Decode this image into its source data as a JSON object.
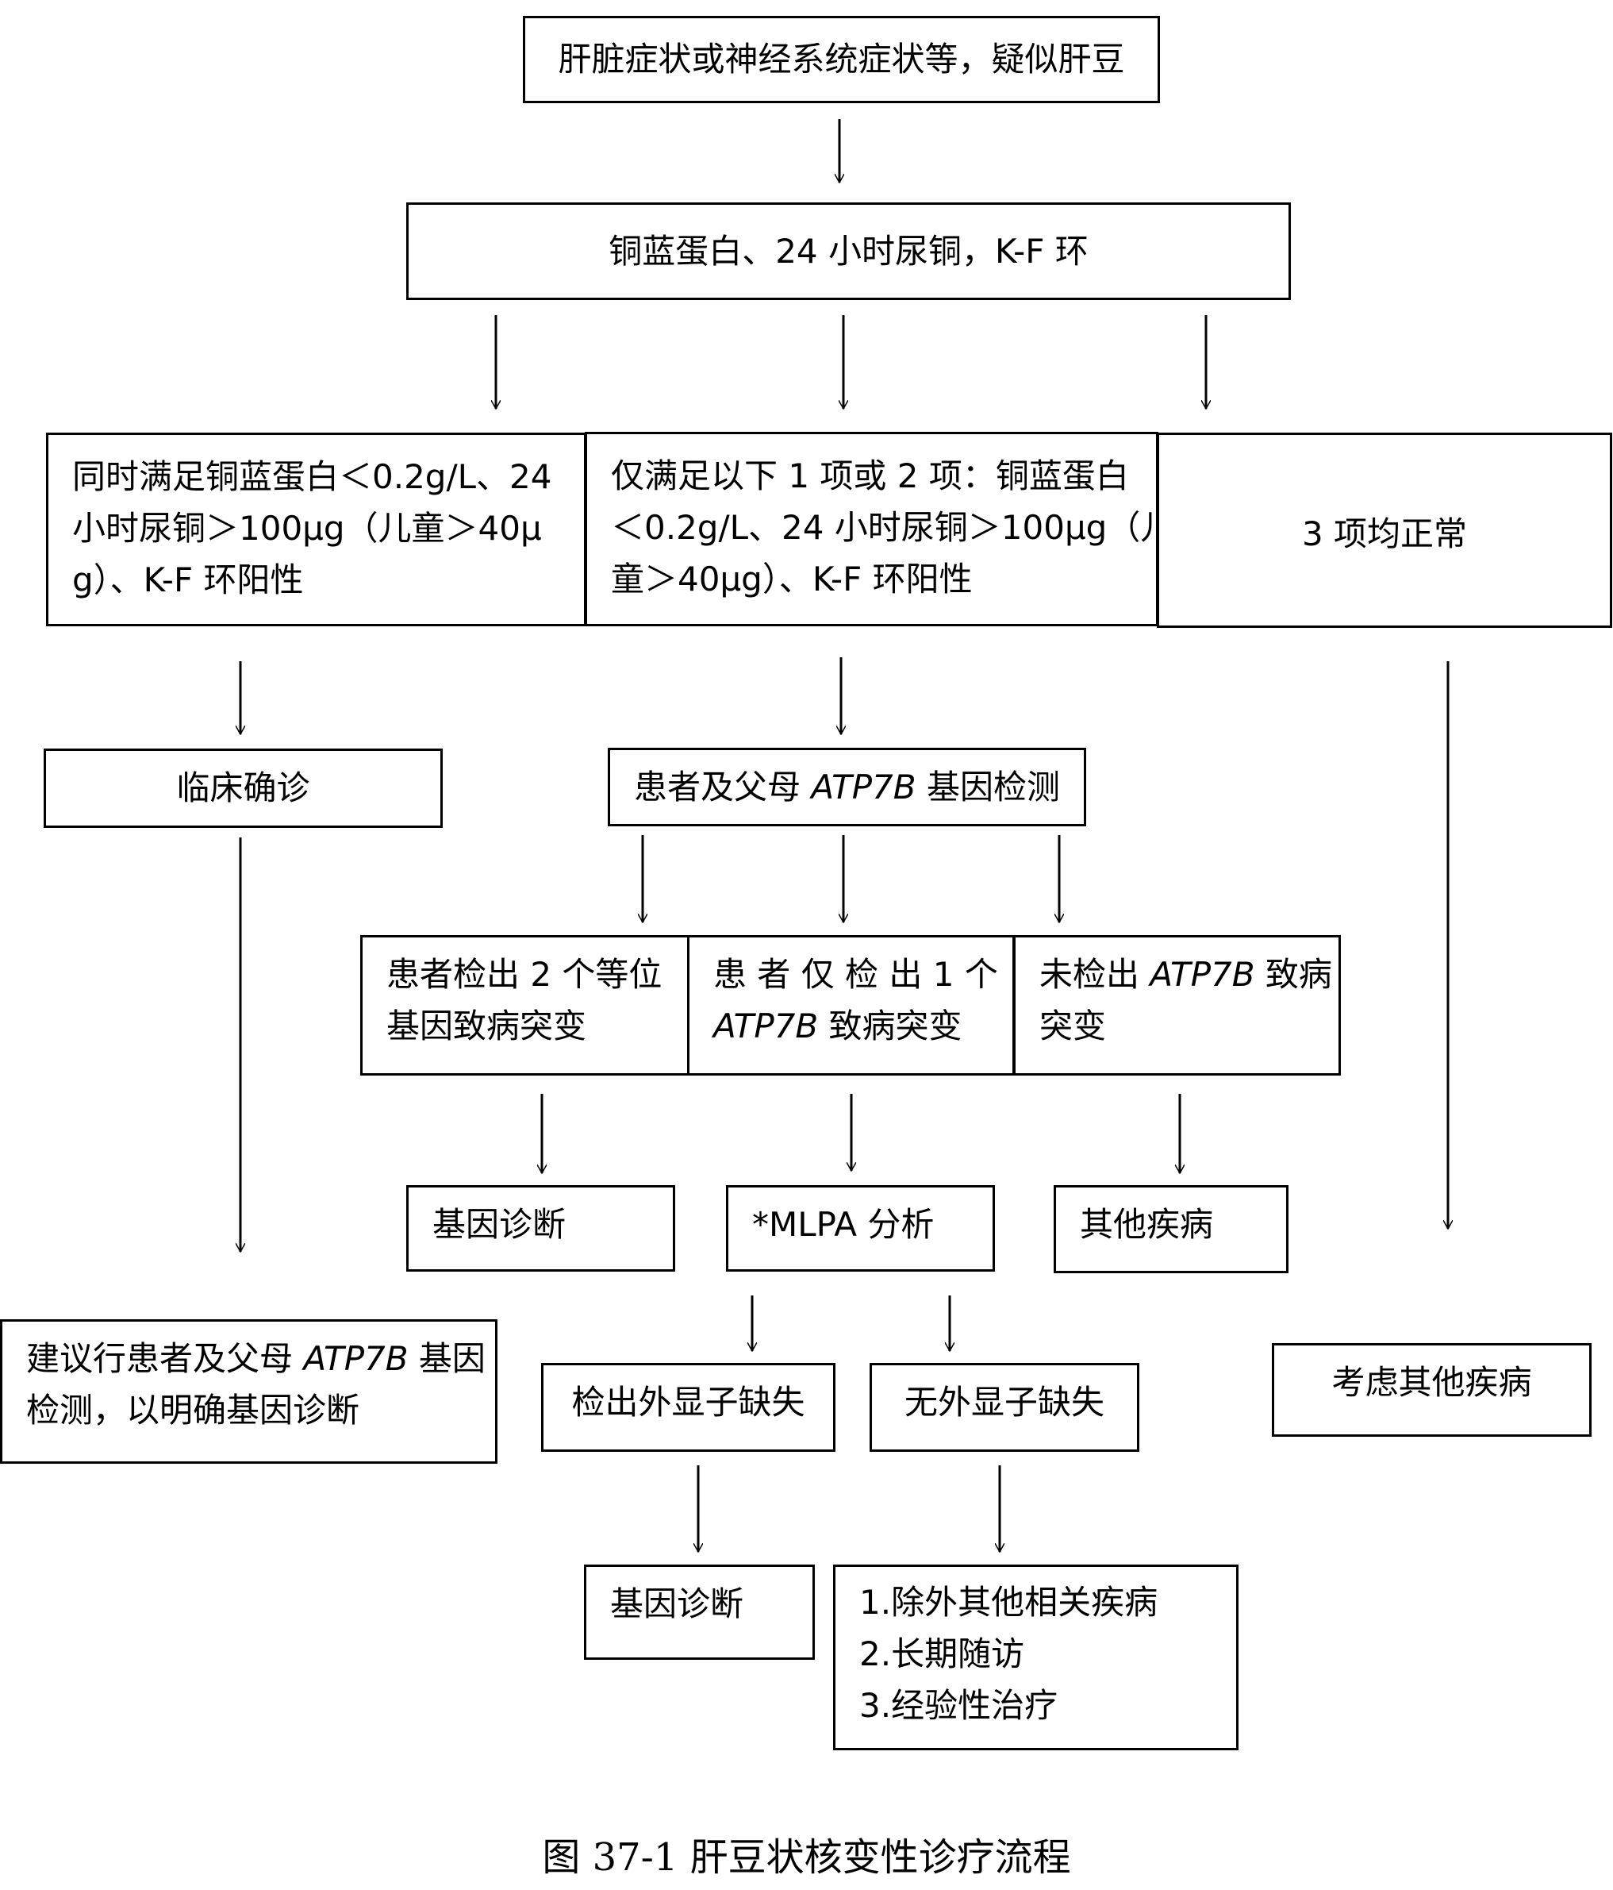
{
  "nodes": {
    "start": "肝脏症状或神经系统症状等，疑似肝豆",
    "tests": "铜蓝蛋白、24 小时尿铜，K-F 环",
    "all_three": {
      "line1": "同时满足铜蓝蛋白＜0.2g/L、24",
      "line2": "小时尿铜＞100μg（儿童＞40μ",
      "line3": "g）、K-F 环阳性"
    },
    "one_or_two": {
      "line1": "仅满足以下 1 项或 2 项：铜蓝蛋白",
      "line2": "＜0.2g/L、24 小时尿铜＞100μg（儿",
      "line3": "童＞40μg）、K-F 环阳性"
    },
    "all_normal": "3 项均正常",
    "clinical_diagnosis": "临床确诊",
    "gene_test": {
      "prefix": "患者及父母 ",
      "gene": "ATP7B",
      "suffix": " 基因检测"
    },
    "two_alleles": {
      "line1": "患者检出 2 个等位",
      "line2": "基因致病突变"
    },
    "one_mutation": {
      "line1": "患 者 仅 检 出  1  个",
      "gene": "ATP7B",
      "line2_suffix": " 致病突变"
    },
    "none_detected": {
      "prefix": "未检出 ",
      "gene": "ATP7B",
      "suffix": " 致病",
      "line2": "突变"
    },
    "gene_diagnosis_1": "基因诊断",
    "mlpa": "*MLPA 分析",
    "other_disease_1": "其他疾病",
    "recommend": {
      "line1_prefix": "建议行患者及父母 ",
      "gene": "ATP7B",
      "line1_suffix": " 基因",
      "line2": "检测，以明确基因诊断"
    },
    "exon_deletion": "检出外显子缺失",
    "no_exon_deletion": "无外显子缺失",
    "consider_other": "考虑其他疾病",
    "gene_diagnosis_2": "基因诊断",
    "follow_steps": [
      "1.除外其他相关疾病",
      "2.长期随访",
      "3.经验性治疗"
    ]
  },
  "caption": "图 37-1  肝豆状核变性诊疗流程"
}
